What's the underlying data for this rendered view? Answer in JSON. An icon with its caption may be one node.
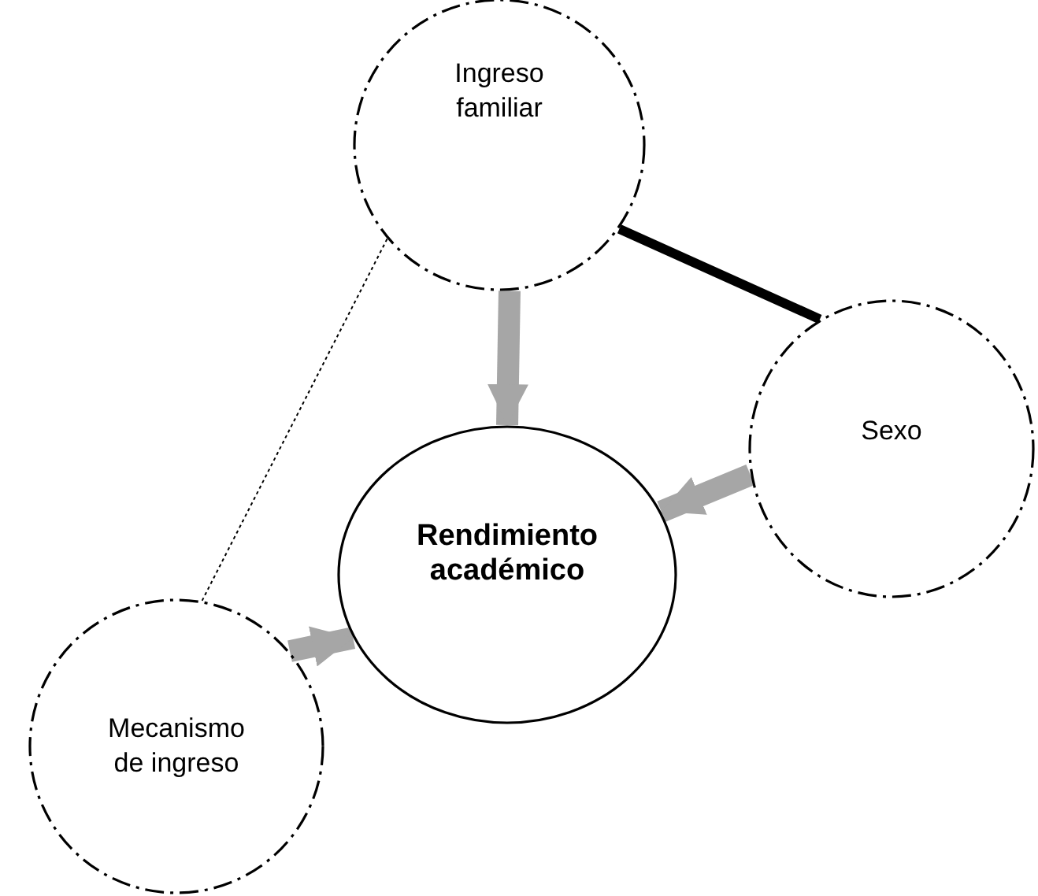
{
  "diagram": {
    "nodes": [
      {
        "text": [
          "Ingreso familiar"
        ]
      },
      {
        "text": [
          "Sexo"
        ]
      },
      {
        "text": [
          "Rendimiento académico"
        ]
      },
      {
        "text": [
          "Mecanismo de ingreso"
        ]
      }
    ],
    "edges": [
      {
        "from": 0,
        "to": 2,
        "arrow": "to"
      },
      {
        "from": 1,
        "to": 2,
        "arrow": "to"
      },
      {
        "from": 3,
        "to": 2,
        "arrow": "to"
      },
      {
        "from": 0,
        "to": 1,
        "arrow": "none",
        "color": "#000000"
      },
      {
        "from": 0,
        "to": 3,
        "arrow": "none",
        "style": "dashed",
        "color": "#000000"
      }
    ]
  }
}
